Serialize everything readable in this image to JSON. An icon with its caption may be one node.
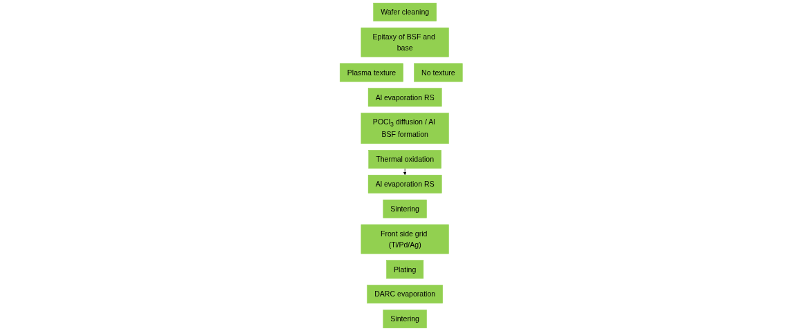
{
  "diagram": {
    "nodes": [
      {
        "text": [
          "Wafer cleaning"
        ]
      },
      {
        "text": [
          "Epitaxy of BSF and base"
        ]
      },
      {
        "text": [
          "Plasma texture"
        ]
      },
      {
        "text": [
          "No texture"
        ]
      },
      {
        "text": [
          "Al evaporation RS"
        ]
      },
      {
        "text": [
          "POCl$_{3}$ diffusion / Al BSF formation"
        ]
      },
      {
        "text": [
          "Thermal oxidation"
        ]
      },
      {
        "text": [
          "Al evaporation RS"
        ]
      },
      {
        "text": [
          "Sintering"
        ]
      },
      {
        "text": [
          "Front side grid (Ti/Pd/Ag)"
        ]
      },
      {
        "text": [
          "Plating"
        ]
      },
      {
        "text": [
          "DARC evaporation"
        ]
      },
      {
        "text": [
          "Sintering"
        ]
      }
    ],
    "edges": [
      {
        "from": 6,
        "to": 7,
        "arrow": "to"
      }
    ]
  }
}
